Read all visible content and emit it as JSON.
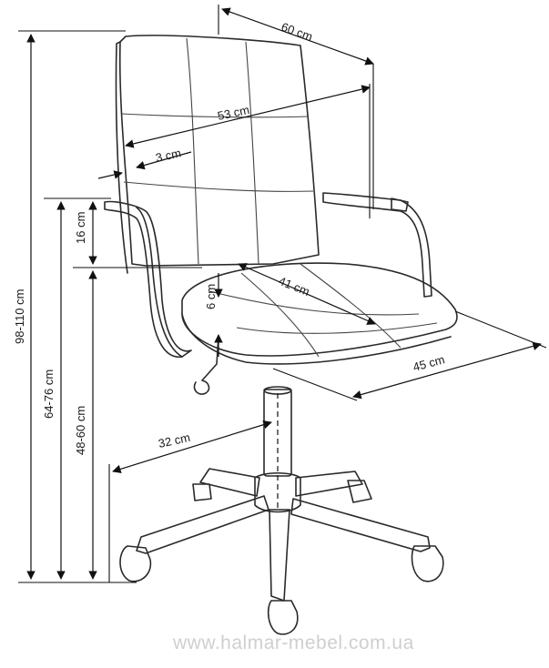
{
  "dimensions": {
    "width_top": "60 cm",
    "backrest_width": "53 cm",
    "armrest_width": "3 cm",
    "armrest_height": "16 cm",
    "seat_depth": "41 cm",
    "seat_thickness": "6 cm",
    "seat_width": "45 cm",
    "base_radius": "32 cm",
    "total_height": "98-110 cm",
    "armrest_floor_height": "64-76 cm",
    "seat_height": "48-60 cm"
  },
  "watermark": "www.halmar-mebel.com.ua"
}
